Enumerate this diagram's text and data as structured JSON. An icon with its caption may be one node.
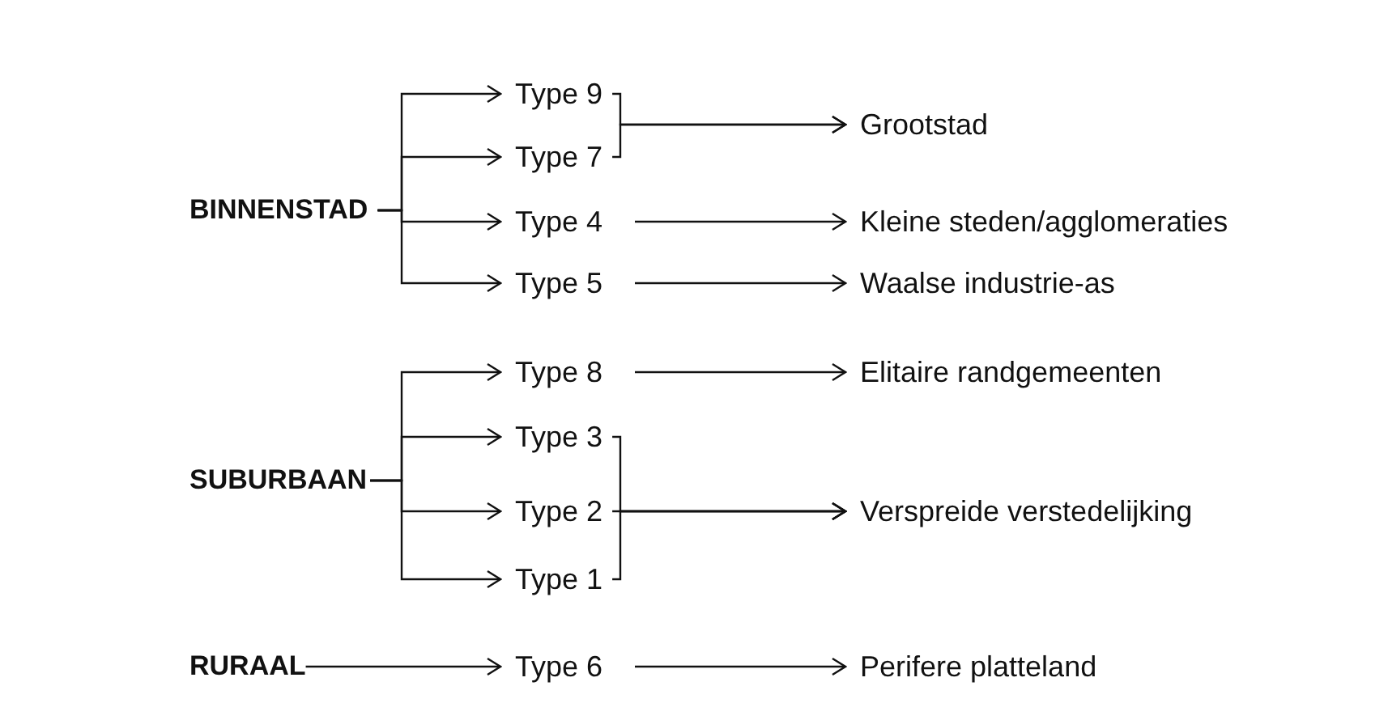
{
  "diagram": {
    "nodes": [
      {
        "text": [
          "BINNENSTAD"
        ]
      },
      {
        "text": [
          "Type 9"
        ]
      },
      {
        "text": [
          "Type 7"
        ]
      },
      {
        "text": [
          "Type 4"
        ]
      },
      {
        "text": [
          "Type 5"
        ]
      },
      {
        "text": [
          "Grootstad"
        ]
      },
      {
        "text": [
          "Kleine steden/agglomeraties"
        ]
      },
      {
        "text": [
          "Waalse industrie-as"
        ]
      },
      {
        "text": [
          "SUBURBAAN"
        ]
      },
      {
        "text": [
          "Type 8"
        ]
      },
      {
        "text": [
          "Type 3"
        ]
      },
      {
        "text": [
          "Type 2"
        ]
      },
      {
        "text": [
          "Type 1"
        ]
      },
      {
        "text": [
          "Elitaire randgemeenten"
        ]
      },
      {
        "text": [
          "Verspreide verstedelijking"
        ]
      },
      {
        "text": [
          "RURAAL"
        ]
      },
      {
        "text": [
          "Type 6"
        ]
      },
      {
        "text": [
          "Perifere platteland"
        ]
      }
    ],
    "edges": [
      {
        "from": 0,
        "to": 1,
        "arrow": "to"
      },
      {
        "from": 0,
        "to": 2,
        "arrow": "to"
      },
      {
        "from": 0,
        "to": 3,
        "arrow": "to"
      },
      {
        "from": 0,
        "to": 4,
        "arrow": "to"
      },
      {
        "from": 1,
        "to": 5,
        "arrow": "to"
      },
      {
        "from": 2,
        "to": 5,
        "arrow": "to"
      },
      {
        "from": 3,
        "to": 6,
        "arrow": "to"
      },
      {
        "from": 4,
        "to": 7,
        "arrow": "to"
      },
      {
        "from": 8,
        "to": 9,
        "arrow": "to"
      },
      {
        "from": 8,
        "to": 10,
        "arrow": "to"
      },
      {
        "from": 8,
        "to": 11,
        "arrow": "to"
      },
      {
        "from": 8,
        "to": 12,
        "arrow": "to"
      },
      {
        "from": 9,
        "to": 13,
        "arrow": "to"
      },
      {
        "from": 10,
        "to": 14,
        "arrow": "to"
      },
      {
        "from": 11,
        "to": 14,
        "arrow": "to"
      },
      {
        "from": 12,
        "to": 14,
        "arrow": "to"
      },
      {
        "from": 15,
        "to": 16,
        "arrow": "to"
      },
      {
        "from": 16,
        "to": 17,
        "arrow": "to"
      }
    ]
  }
}
